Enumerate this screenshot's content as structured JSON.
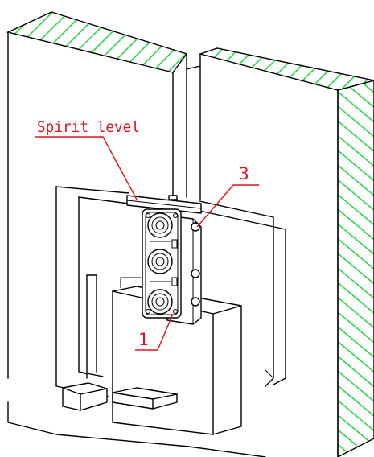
{
  "labels": {
    "spirit_level": "Spirit level",
    "part_3": "3",
    "part_1": "1"
  },
  "colors": {
    "hatch": "#2bd64a",
    "leader": "#e8101c",
    "outline": "#000000"
  }
}
